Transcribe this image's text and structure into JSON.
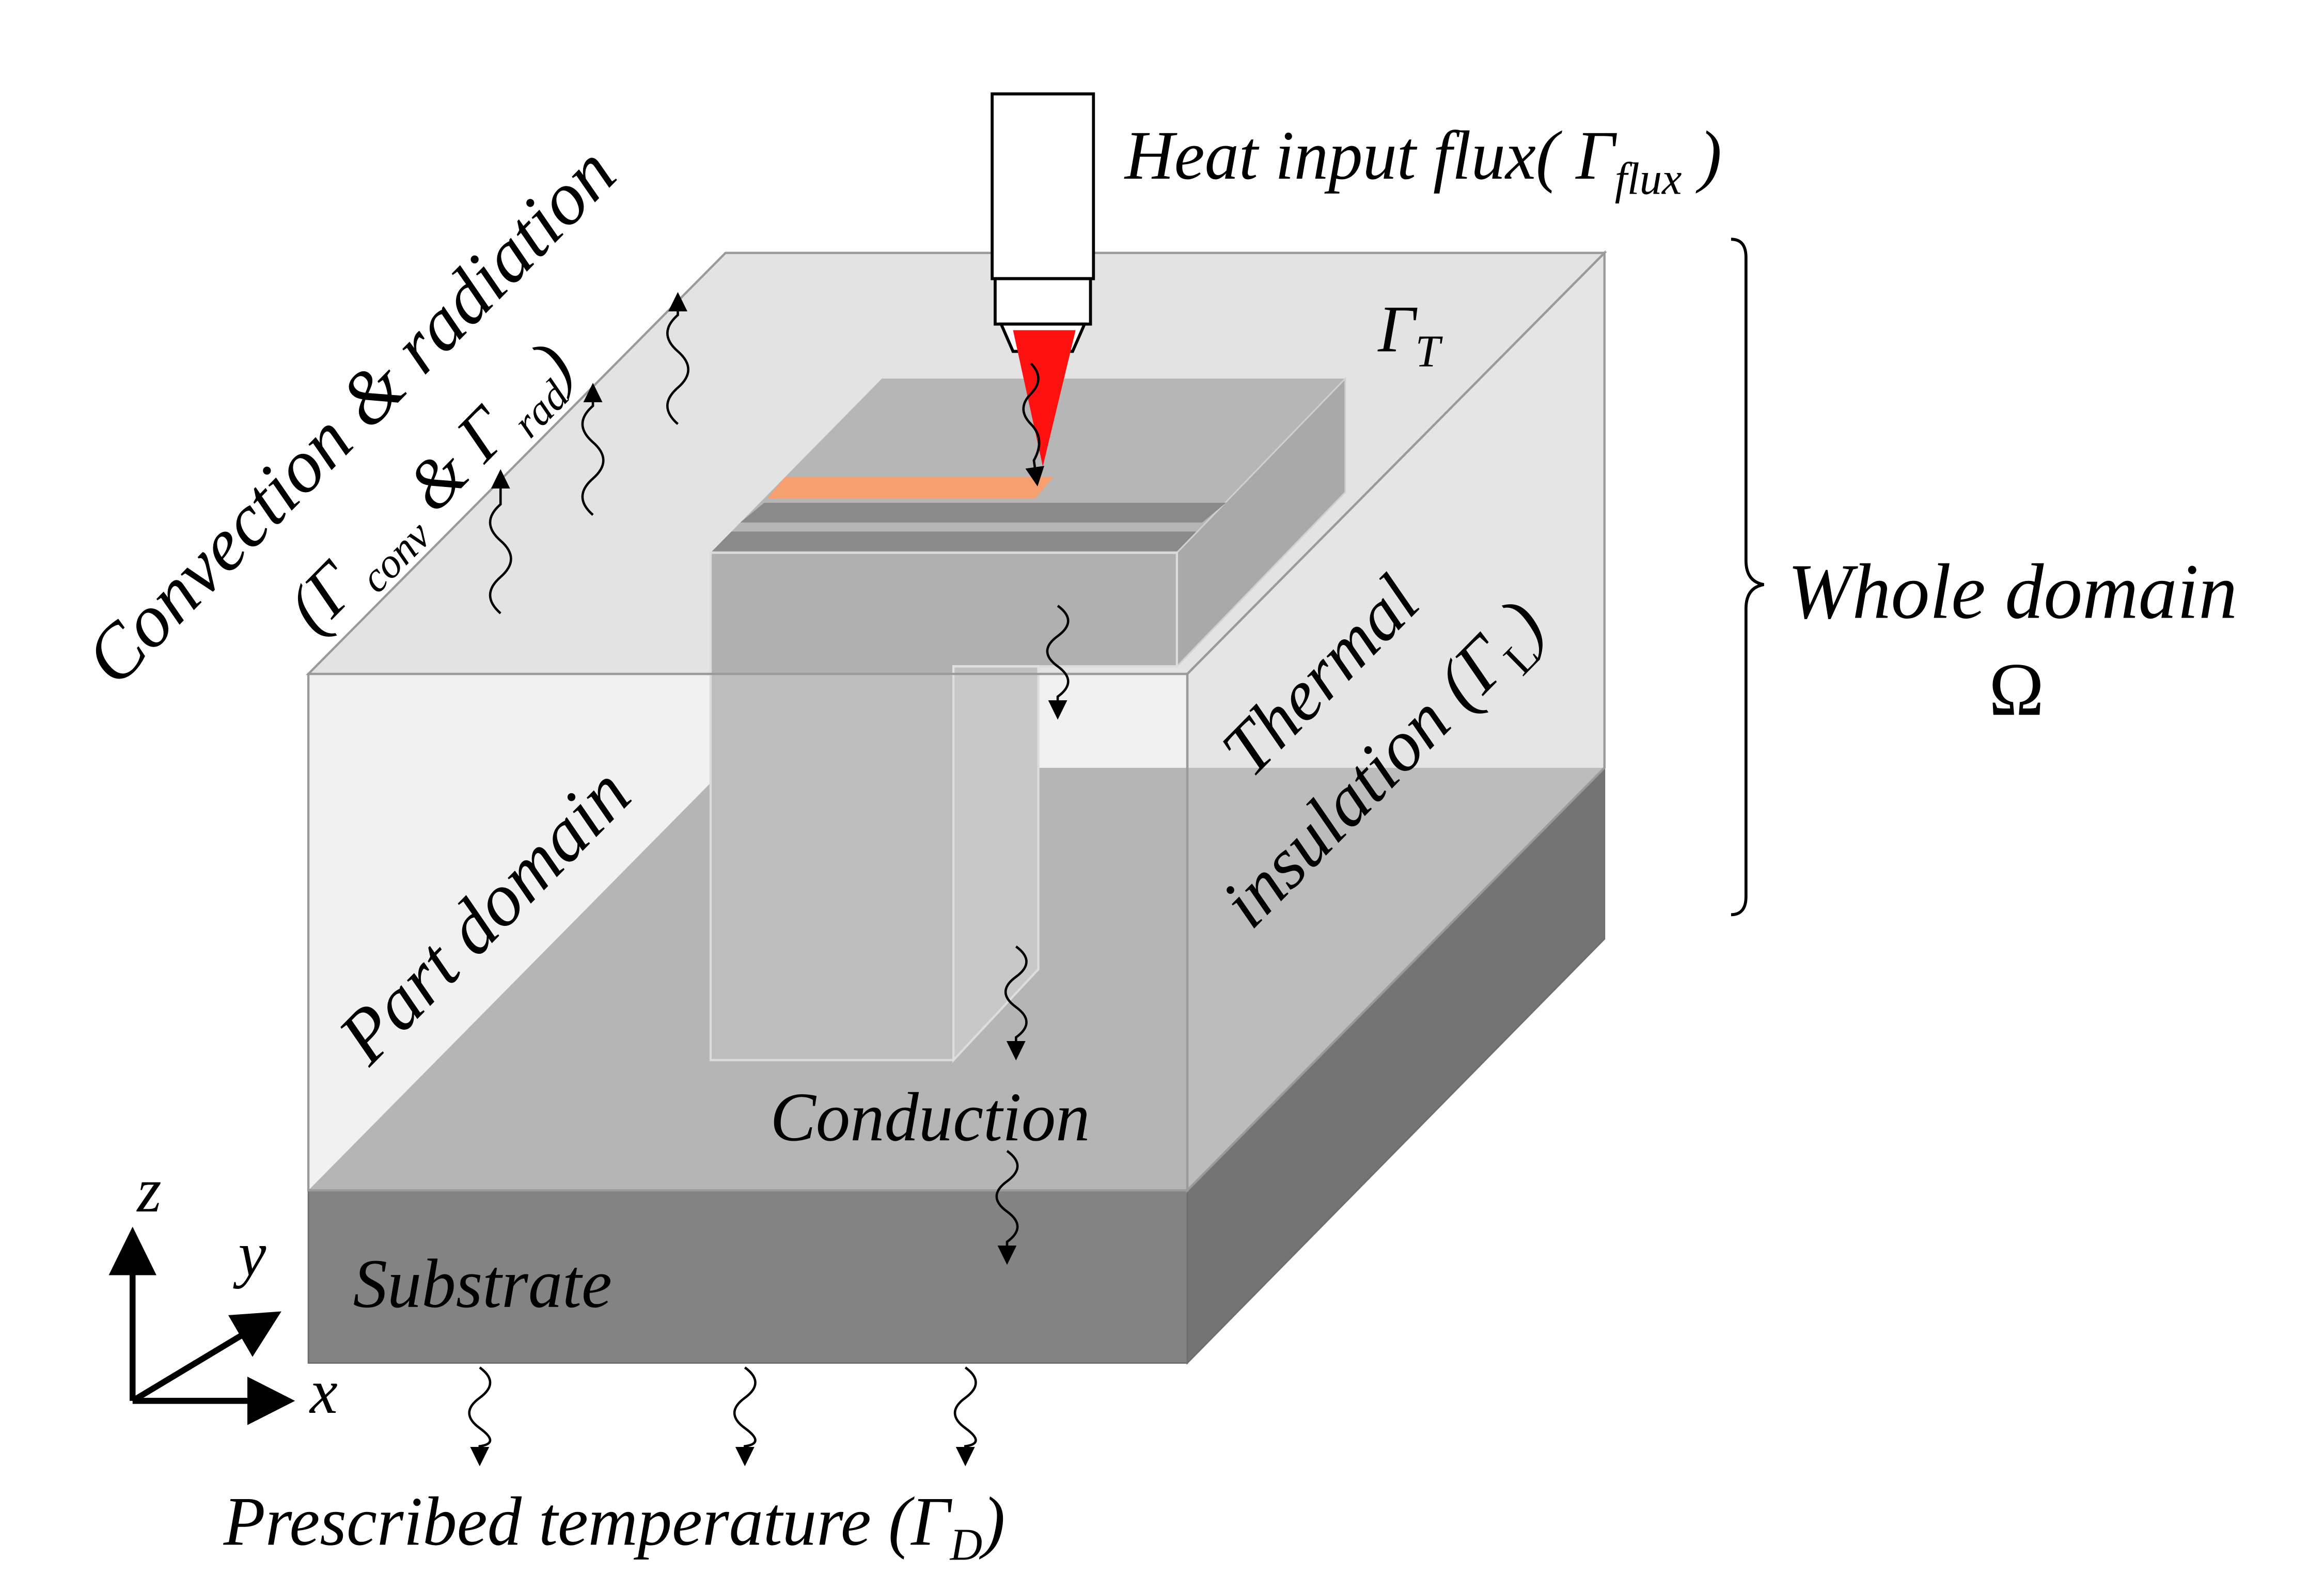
{
  "labels": {
    "heat_input_main": "Heat input flux( Γ",
    "heat_input_sub": "flux",
    "heat_input_close": " )",
    "gamma_t_main": "Γ",
    "gamma_t_sub": "T",
    "whole_domain": "Whole domain",
    "omega": "Ω",
    "convection_title": "Convection & radiation",
    "conv_open": "(Γ",
    "conv_sub1": " conv",
    "conv_mid": " & Γ",
    "conv_sub2": " rad",
    "conv_close": ")",
    "thermal": "Thermal",
    "insulation_main": "insulation (Γ",
    "insulation_sub": "L",
    "insulation_close": ")",
    "part_domain": "Part domain",
    "conduction": "Conduction",
    "substrate": "Substrate",
    "prescribed_main": "Prescribed temperature (Γ",
    "prescribed_sub": "D",
    "prescribed_close": ")",
    "axis_z": "z",
    "axis_y": "y",
    "axis_x": "x"
  },
  "colors": {
    "glass_top": "#e3e3e3",
    "glass_front": "#d6d6d6",
    "glass_right": "#c9c9c9",
    "substrate_top": "#a4a4a4",
    "substrate_front": "#838383",
    "substrate_right": "#747474",
    "part_light": "#b3b3b3",
    "part_dark": "#8a8a8a",
    "laser": "#ff1010",
    "melt_track": "#f5a06e",
    "edge": "#9a9a9a"
  }
}
